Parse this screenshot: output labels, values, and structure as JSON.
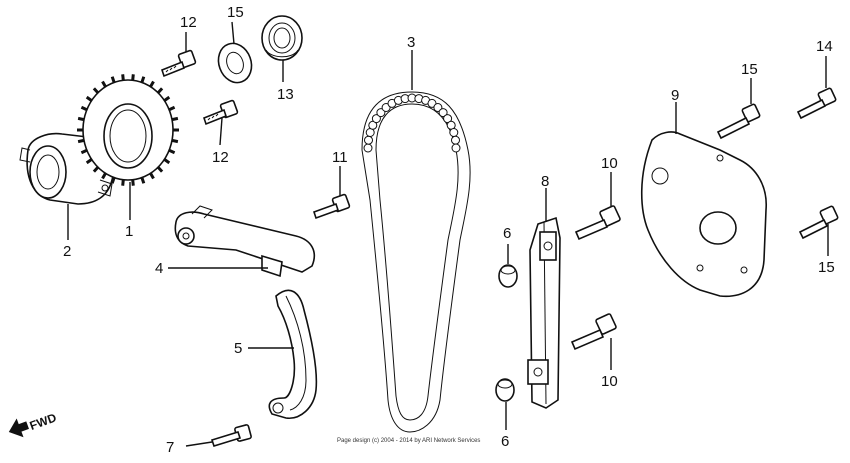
{
  "parts": [
    {
      "id": "p1",
      "label": "1"
    },
    {
      "id": "p2",
      "label": "2"
    },
    {
      "id": "p3",
      "label": "3"
    },
    {
      "id": "p4",
      "label": "4"
    },
    {
      "id": "p5",
      "label": "5"
    },
    {
      "id": "p6a",
      "label": "6"
    },
    {
      "id": "p6b",
      "label": "6"
    },
    {
      "id": "p7",
      "label": "7"
    },
    {
      "id": "p8",
      "label": "8"
    },
    {
      "id": "p9",
      "label": "9"
    },
    {
      "id": "p10a",
      "label": "10"
    },
    {
      "id": "p10b",
      "label": "10"
    },
    {
      "id": "p11",
      "label": "11"
    },
    {
      "id": "p12a",
      "label": "12"
    },
    {
      "id": "p12b",
      "label": "12"
    },
    {
      "id": "p13",
      "label": "13"
    },
    {
      "id": "p14",
      "label": "14"
    },
    {
      "id": "p15a",
      "label": "15"
    },
    {
      "id": "p15b",
      "label": "15"
    },
    {
      "id": "p15c",
      "label": "15"
    }
  ],
  "direction_indicator": "FWD",
  "copyright": "Page design (c) 2004 - 2014 by ARI Network Services"
}
